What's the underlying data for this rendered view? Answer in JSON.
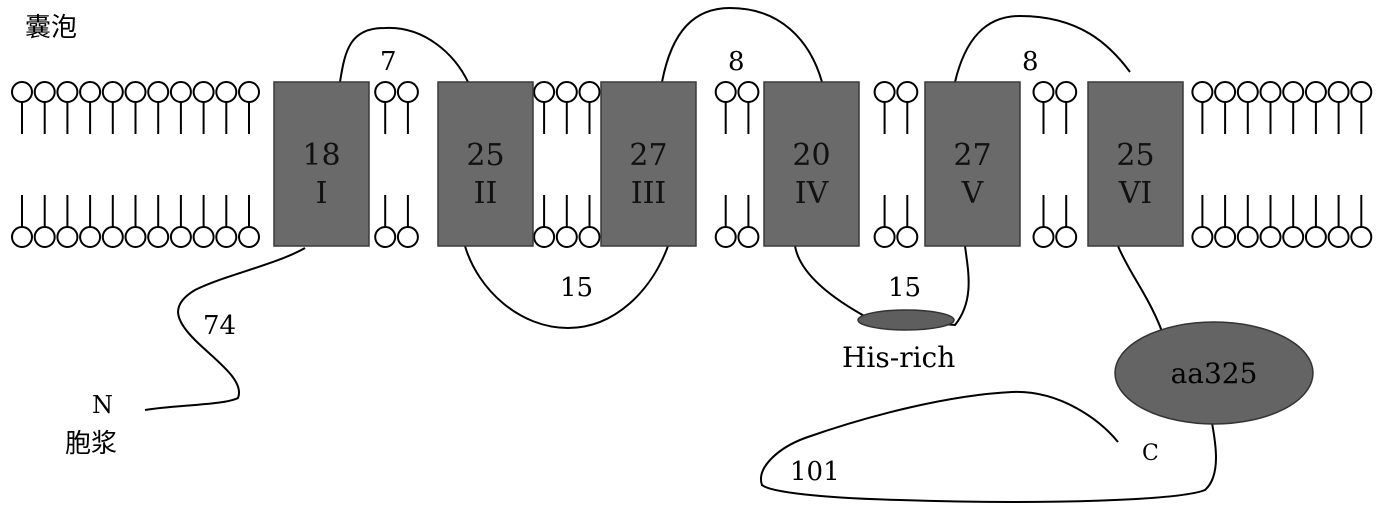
{
  "labels": {
    "vesicle": "囊泡",
    "cytoplasm": "胞浆",
    "n_terminus": "N",
    "c_terminus": "C",
    "his_rich": "His-rich",
    "aa325": "aa325"
  },
  "helices": [
    {
      "residues": "18",
      "numeral": "I"
    },
    {
      "residues": "25",
      "numeral": "II"
    },
    {
      "residues": "27",
      "numeral": "III"
    },
    {
      "residues": "20",
      "numeral": "IV"
    },
    {
      "residues": "27",
      "numeral": "V"
    },
    {
      "residues": "25",
      "numeral": "VI"
    }
  ],
  "loops": {
    "n_tail": "74",
    "loop_1_2": "7",
    "loop_2_3": "15",
    "loop_3_4": "8",
    "loop_4_5": "15",
    "loop_5_6": "8",
    "c_tail": "101"
  },
  "colors": {
    "helix_fill": "#6a6a6a",
    "his_rich_fill": "#5e5e5e",
    "aa325_fill": "#646464"
  }
}
